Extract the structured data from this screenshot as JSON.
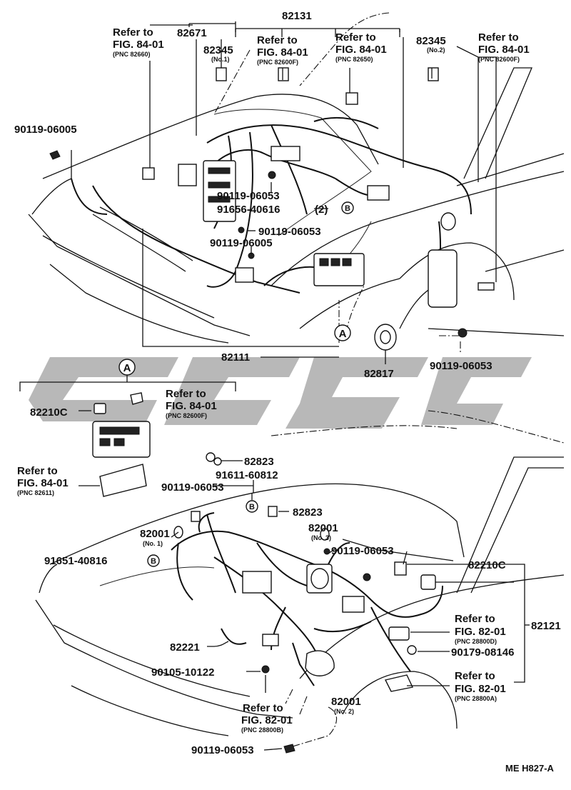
{
  "callouts": {
    "c82131": "82131",
    "c82671": "82671",
    "c82345_1": "82345",
    "c82345_1_sub": "(No.1)",
    "c82345_2": "82345",
    "c82345_2_sub": "(No.2)",
    "ref1_a": "Refer to",
    "ref1_b": "FIG. 84-01",
    "ref1_c": "(PNC 82660)",
    "ref2_a": "Refer to",
    "ref2_b": "FIG. 84-01",
    "ref2_c": "(PNC 82600F)",
    "ref3_a": "Refer to",
    "ref3_b": "FIG. 84-01",
    "ref3_c": "(PNC 82650)",
    "ref4_a": "Refer to",
    "ref4_b": "FIG. 84-01",
    "ref4_c": "(PNC 82600F)",
    "p90119_06005a": "90119-06005",
    "p90119_06053a": "90119-06053",
    "p91656": "91656-40616",
    "p91656_qty": "(2)",
    "p90119_06053b": "90119-06053",
    "p90119_06005b": "90119-06005",
    "c82111": "82111",
    "c82817": "82817",
    "p90119_06053c": "90119-06053",
    "mark_a": "A",
    "mark_b": "B",
    "c82210c_a": "82210C",
    "ref5_a": "Refer to",
    "ref5_b": "FIG. 84-01",
    "ref5_c": "(PNC 82600F)",
    "ref6_a": "Refer to",
    "ref6_b": "FIG. 84-01",
    "ref6_c": "(PNC 82611)",
    "c82823a": "82823",
    "p91611": "91611-60812",
    "p90119_06053d": "90119-06053",
    "c82823b": "82823",
    "c82001_1": "82001",
    "c82001_1_sub": "(No. 1)",
    "c82001_3": "82001",
    "c82001_3_sub": "(No. 3)",
    "p91651": "91651-40816",
    "p90119_06053e": "90119-06053",
    "c82210c_b": "82210C",
    "ref7_a": "Refer to",
    "ref7_b": "FIG. 82-01",
    "ref7_c": "(PNC 28800D)",
    "c82121": "82121",
    "c82221": "82221",
    "p90179": "90179-08146",
    "p90105": "90105-10122",
    "ref8_a": "Refer to",
    "ref8_b": "FIG. 82-01",
    "ref8_c": "(PNC 28800A)",
    "c82001_2": "82001",
    "c82001_2_sub": "(No. 2)",
    "ref9_a": "Refer to",
    "ref9_b": "FIG. 82-01",
    "ref9_c": "(PNC 28800B)",
    "p90119_06053f": "90119-06053",
    "diagram_code": "ME H827-A"
  },
  "watermark_color": "#9a9a9a"
}
